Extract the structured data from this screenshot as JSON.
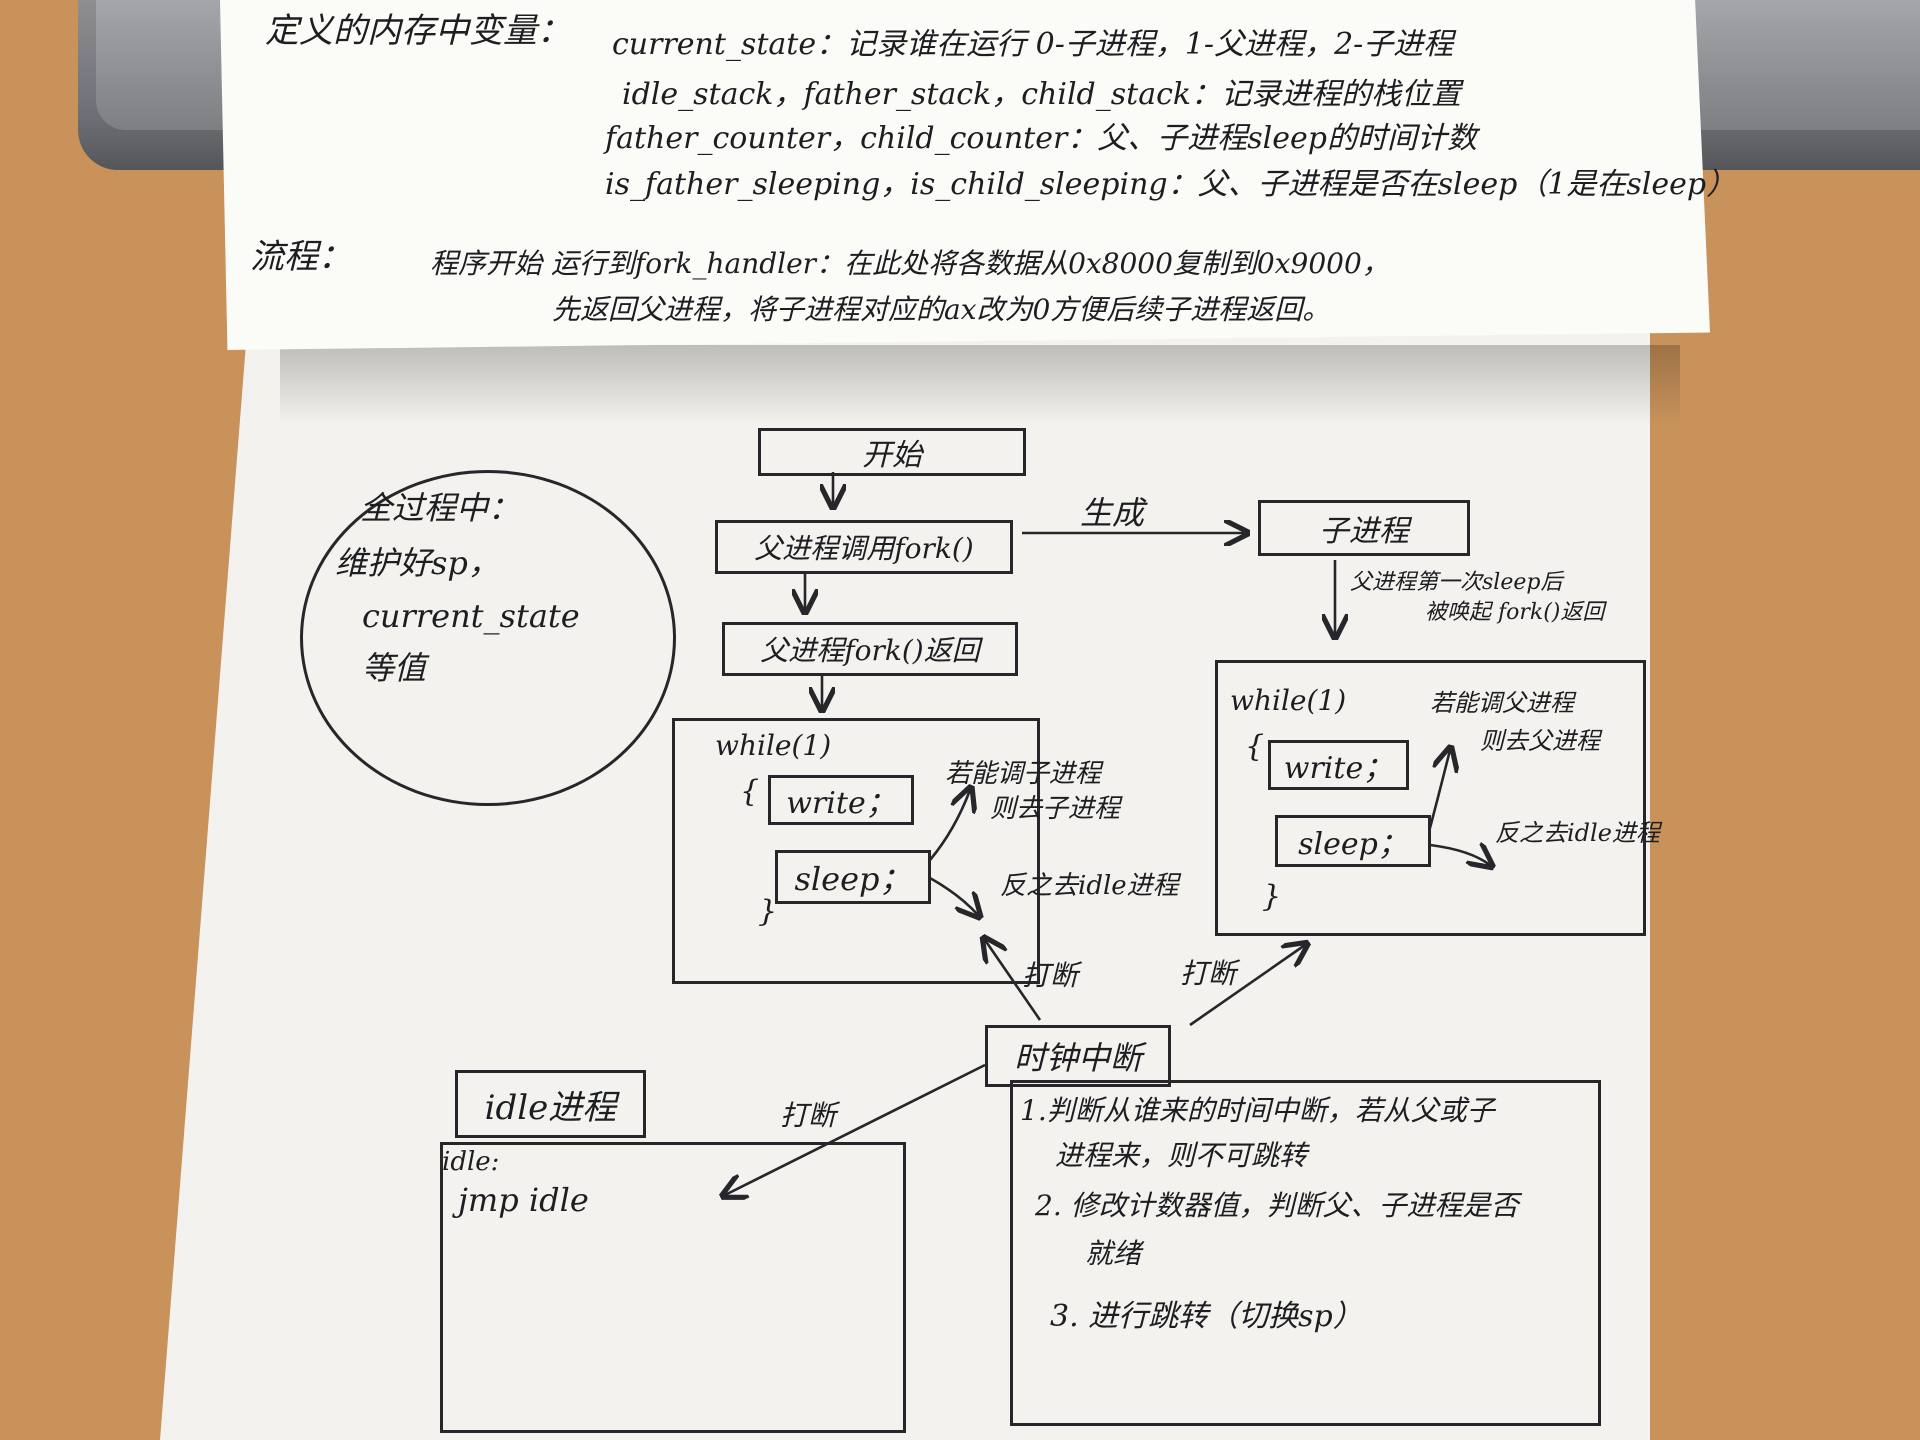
{
  "header": {
    "vars_title": "定义的内存中变量：",
    "var_lines": [
      "current_state：记录谁在运行 0-子进程，1-父进程，2-子进程",
      "idle_stack，father_stack，child_stack：记录进程的栈位置",
      "father_counter，child_counter：父、子进程sleep的时间计数",
      "is_father_sleeping，is_child_sleeping：父、子进程是否在sleep（1是在sleep）"
    ],
    "flow_title": "流程：",
    "flow_lines": [
      "程序开始 运行到fork_handler：在此处将各数据从0x8000复制到0x9000，",
      "先返回父进程，将子进程对应的ax改为0方便后续子进程返回。"
    ]
  },
  "note_circle": {
    "lines": [
      "全过程中：",
      "维护好sp，",
      "current_state",
      "等值"
    ]
  },
  "flow": {
    "start": "开始",
    "parent_fork": "父进程调用fork()",
    "generate_label": "生成",
    "child_process": "子进程",
    "parent_return": "父进程fork()返回",
    "child_note": [
      "父进程第一次sleep后",
      "被唤起 fork()返回"
    ],
    "parent_loop": {
      "while": "while(1)",
      "open": "{",
      "write": "write；",
      "sleep": "sleep；",
      "close": "}",
      "note_child": [
        "若能调子进程",
        "则去子进程"
      ],
      "note_idle": "反之去idle进程"
    },
    "child_loop": {
      "while": "while(1)",
      "open": "{",
      "write": "write；",
      "sleep": "sleep；",
      "close": "}",
      "note_parent": [
        "若能调父进程",
        "则去父进程"
      ],
      "note_idle": "反之去idle进程"
    },
    "interrupt_labels": [
      "打断",
      "打断",
      "打断"
    ],
    "clock": "时钟中断",
    "clock_steps": [
      "1.判断从谁来的时间中断，若从父或子",
      "进程来，则不可跳转",
      "2. 修改计数器值，判断父、子进程是否",
      "就绪",
      "3. 进行跳转（切换sp）"
    ],
    "idle_title": "idle进程",
    "idle_code": [
      "idle:",
      "jmp idle"
    ]
  }
}
